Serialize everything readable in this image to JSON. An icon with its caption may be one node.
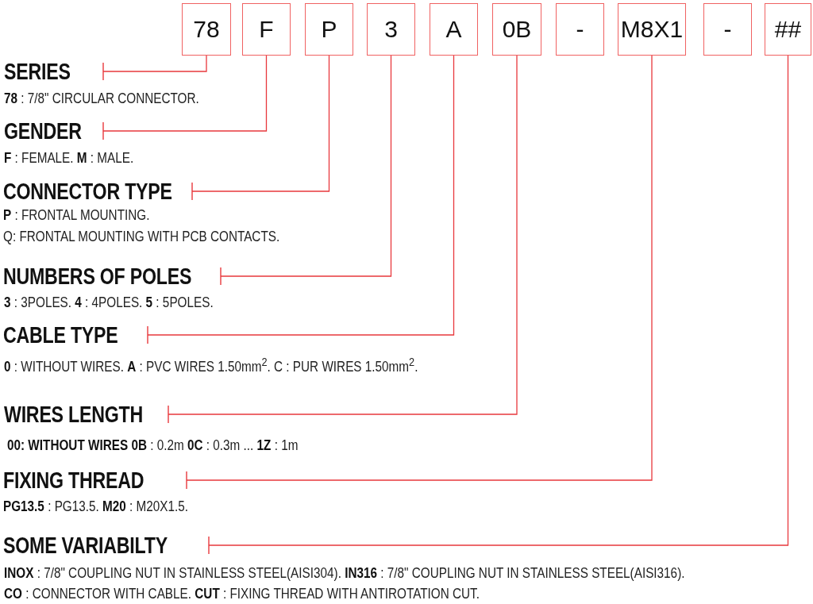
{
  "diagram": {
    "nodes": [
      {
        "text": [
          "78"
        ]
      },
      {
        "text": [
          "F"
        ]
      },
      {
        "text": [
          "P"
        ]
      },
      {
        "text": [
          "3"
        ]
      },
      {
        "text": [
          "A"
        ]
      },
      {
        "text": [
          "0B"
        ]
      },
      {
        "text": [
          "-"
        ]
      },
      {
        "text": [
          "M8X1"
        ]
      },
      {
        "text": [
          "-"
        ]
      },
      {
        "text": [
          "##"
        ]
      },
      {
        "text": [
          "SERIES"
        ],
        "beside": [
          "**78** : 7/8\" CIRCULAR CONNECTOR."
        ]
      },
      {
        "text": [
          "GENDER"
        ],
        "beside": [
          "**F** : FEMALE. **M** : MALE."
        ]
      },
      {
        "text": [
          "CONNECTOR TYPE"
        ],
        "beside": [
          "**P** : FRONTAL MOUNTING.",
          "Q: FRONTAL MOUNTING WITH PCB CONTACTS."
        ]
      },
      {
        "text": [
          "NUMBERS OF POLES"
        ],
        "beside": [
          "**3** : 3POLES. **4** : 4POLES. **5** : 5POLES."
        ]
      },
      {
        "text": [
          "CABLE TYPE"
        ],
        "beside": [
          "**0** : WITHOUT WIRES. **A** : PVC WIRES 1.50mm$^{2}$. C : PUR WIRES 1.50mm$^{2}$."
        ]
      },
      {
        "text": [
          "WIRES LENGTH"
        ],
        "beside": [
          "**00: WITHOUT WIRES** **0B** : 0.2m **0C** : 0.3m ... **1Z** : 1m"
        ]
      },
      {
        "text": [
          "FIXING THREAD"
        ],
        "beside": [
          "**PG13.5** : PG13.5. **M20** : M20X1.5."
        ]
      },
      {
        "text": [
          "SOME VARIABILTY"
        ],
        "beside": [
          "**INOX** : 7/8\" COUPLING NUT IN STAINLESS STEEL(AISI304). **IN316** : 7/8\" COUPLING NUT IN STAINLESS STEEL(AISI316).",
          "**CO** : CONNECTOR WITH CABLE. **CUT** : FIXING THREAD WITH ANTIROTATION CUT."
        ]
      }
    ],
    "edges": [
      {
        "from": 0,
        "to": 10,
        "arrow": "other"
      },
      {
        "from": 1,
        "to": 11,
        "arrow": "other"
      },
      {
        "from": 2,
        "to": 12,
        "arrow": "other"
      },
      {
        "from": 3,
        "to": 13,
        "arrow": "other"
      },
      {
        "from": 4,
        "to": 14,
        "arrow": "other"
      },
      {
        "from": 5,
        "to": 15,
        "arrow": "other"
      },
      {
        "from": 7,
        "to": 16,
        "arrow": "other"
      },
      {
        "from": 9,
        "to": 17,
        "arrow": "other"
      }
    ]
  }
}
